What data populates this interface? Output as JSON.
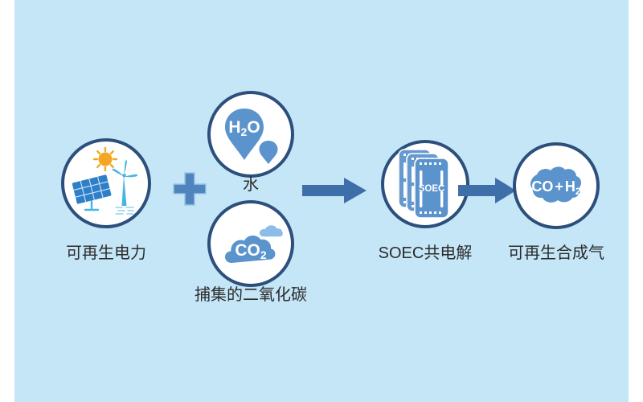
{
  "diagram": {
    "title": "SOEC co-electrolysis process flow",
    "background_color": "#c5e6f7",
    "frame_color": "#ffffff",
    "circle_border_color": "#2c4f7c",
    "icon_blue": "#5b93cd",
    "accent_blue": "#3f6fa8",
    "sun_color": "#f3a01c",
    "wind_color": "#49b4e0",
    "panel_color": "#2f7fc8",
    "label_color": "#2b2b2b"
  },
  "nodes": {
    "renewable_power": {
      "label": "可再生电力",
      "icon_name": "solar-wind-icon",
      "icon_parts": [
        "sun-icon",
        "solar-panel-icon",
        "wind-turbine-icon"
      ]
    },
    "water": {
      "label": "水",
      "icon_name": "water-droplet-icon",
      "icon_text": "H",
      "icon_sub": "2",
      "icon_text_tail": "O"
    },
    "captured_co2": {
      "label": "捕集的二氧化碳",
      "icon_name": "co2-cloud-icon",
      "icon_text": "CO",
      "icon_sub": "2"
    },
    "soec": {
      "label": "SOEC共电解",
      "icon_name": "soec-stack-icon",
      "icon_text": "SOEC"
    },
    "syngas": {
      "label": "可再生合成气",
      "icon_name": "syngas-cloud-icon",
      "icon_text_a": "CO",
      "icon_text_plus": "+",
      "icon_text_b": "H",
      "icon_sub_b": "2"
    }
  },
  "connectors": {
    "plus": {
      "name": "plus-sign",
      "symbol": "+"
    },
    "arrow_1": {
      "name": "arrow-to-soec",
      "symbol": "→"
    },
    "arrow_2": {
      "name": "arrow-to-syngas",
      "symbol": "→"
    }
  },
  "flow_sequence": [
    "可再生电力",
    "+",
    "水",
    "捕集的二氧化碳",
    "→",
    "SOEC共电解",
    "→",
    "可再生合成气"
  ]
}
